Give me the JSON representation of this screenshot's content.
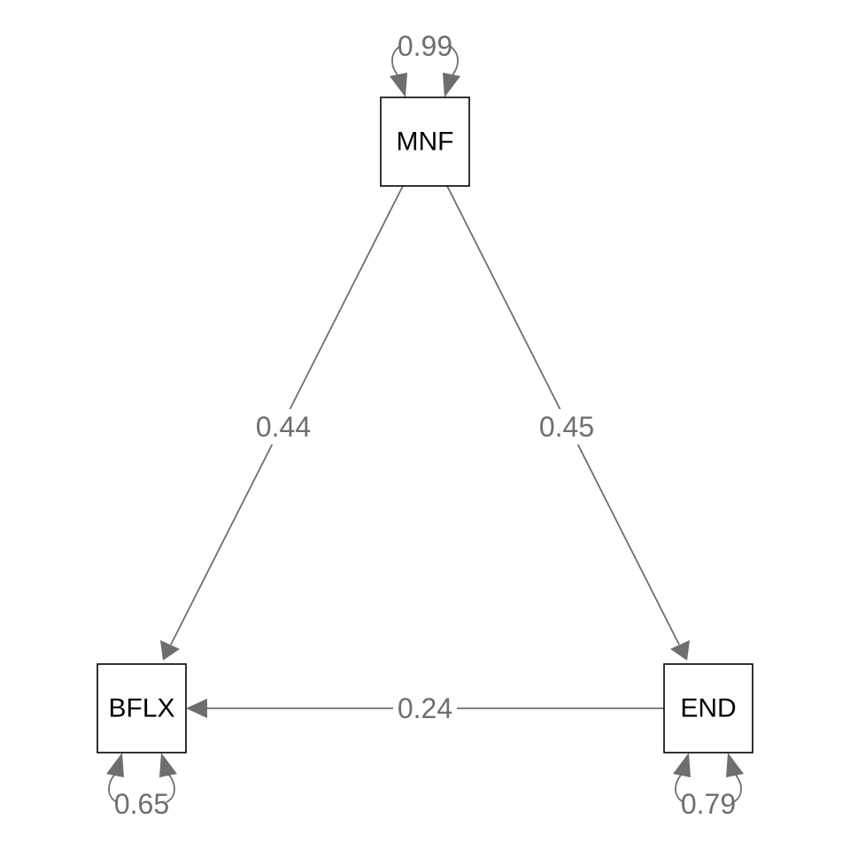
{
  "colors": {
    "edge": "#6e6e6e",
    "node_border": "#000000",
    "node_text": "#000000",
    "background": "#ffffff"
  },
  "nodes": {
    "mnf": "MNF",
    "bflx": "BFLX",
    "end": "END"
  },
  "paths": {
    "mnf_to_bflx": "0.44",
    "mnf_to_end": "0.45",
    "end_to_bflx": "0.24"
  },
  "variances": {
    "mnf": "0.99",
    "bflx": "0.65",
    "end": "0.79"
  }
}
